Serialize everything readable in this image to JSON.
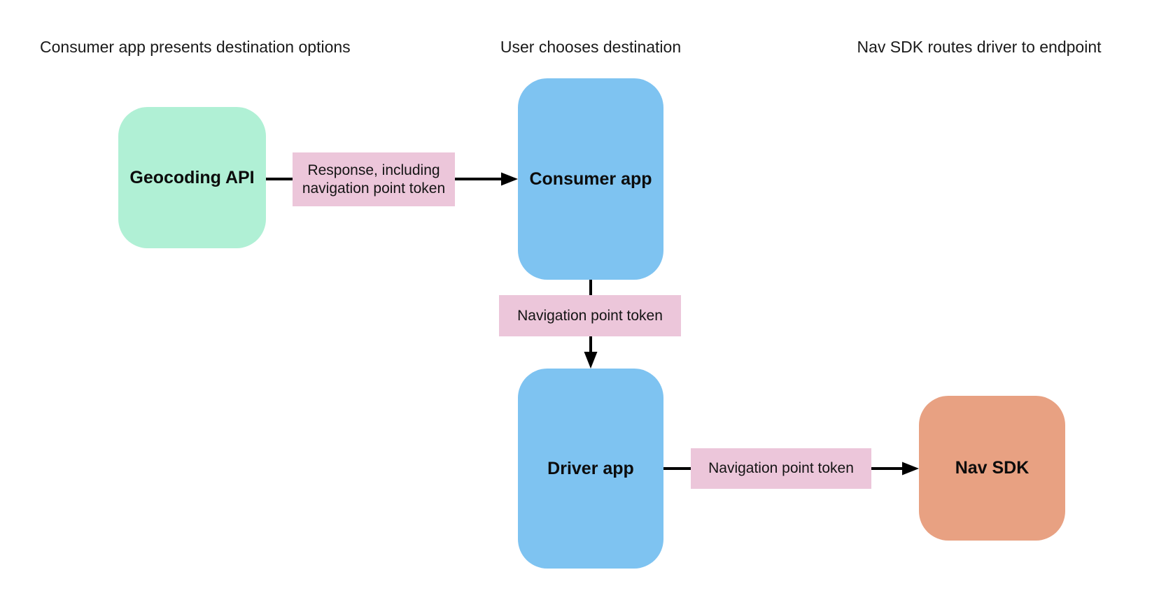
{
  "diagram": {
    "column_titles": {
      "col1": "Consumer app presents destination options",
      "col2": "User chooses destination",
      "col3": "Nav SDK routes driver to endpoint"
    },
    "nodes": {
      "geocoding_api": {
        "label": "Geocoding API",
        "color": "#b0f0d5"
      },
      "consumer_app": {
        "label": "Consumer app",
        "color": "#7ec3f1"
      },
      "driver_app": {
        "label": "Driver app",
        "color": "#7ec3f1"
      },
      "nav_sdk": {
        "label": "Nav SDK",
        "color": "#e8a182"
      }
    },
    "edges": {
      "geocoding_to_consumer": {
        "label": "Response, including navigation point token"
      },
      "consumer_to_driver": {
        "label": "Navigation point token"
      },
      "driver_to_navsdk": {
        "label": "Navigation point token"
      }
    },
    "colors": {
      "edge_label_bg": "#ecc6da",
      "arrow": "#000000",
      "background": "#ffffff",
      "text": "#141414"
    }
  }
}
